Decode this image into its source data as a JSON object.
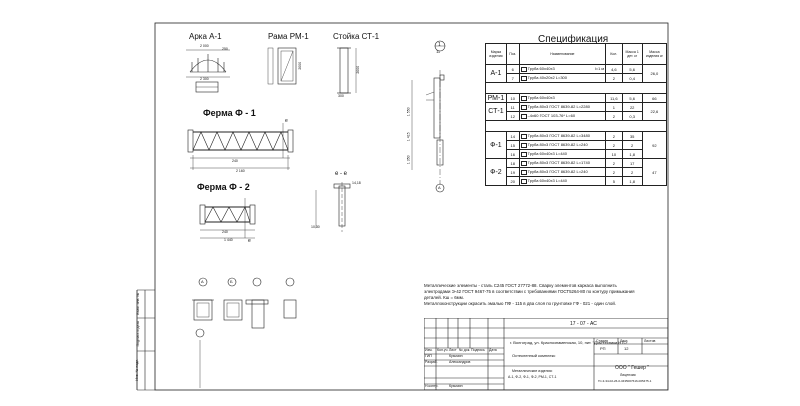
{
  "titles": {
    "arch": "Арка А-1",
    "frame": "Рама РМ-1",
    "post": "Стойка  СТ-1",
    "truss1": "Ферма  Ф - 1",
    "truss2": "Ферма  Ф - 2",
    "spec": "Спецификация",
    "sec_ee": "е - е"
  },
  "marks": {
    "one": "1",
    "eleven": "11",
    "a": "А",
    "b": "Б",
    "e": "е"
  },
  "dims": {
    "arch_top": "2 000",
    "arch_w": "2 300",
    "arch_side": "250",
    "frame_h": "2000",
    "post_h": "2000",
    "post_w": "300",
    "truss1_cells": "240",
    "truss1_total": "2 160",
    "truss2_cells": "240",
    "truss2_total": "1 440",
    "sec_a": "14,18",
    "sec_b": "10,30",
    "post_top": "1 550",
    "post_mid": "1 415",
    "post_low": "1 350"
  },
  "spec": {
    "headers": [
      "Марка изделия",
      "Поз.",
      "Наименование",
      "Кол.",
      "Масса 1 дет. кг",
      "Масса изделия кг"
    ],
    "groups": [
      {
        "mark": "А-1",
        "total": "26,0",
        "rows": [
          {
            "pos": "6",
            "name": "Труба 60х40х3",
            "extra": "l=1 м",
            "qty": "4,6",
            "mass": "5,6"
          },
          {
            "pos": "7",
            "name": "Труба 40х20х2 L=300",
            "extra": "",
            "qty": "2",
            "mass": "0,4"
          }
        ]
      },
      {
        "mark": "РМ-1",
        "total": "66",
        "rows": [
          {
            "pos": "10",
            "name": "Труба 60х40х3",
            "extra": "",
            "qty": "11,6",
            "mass": "5,6"
          }
        ]
      },
      {
        "mark": "СТ-1",
        "total": "22,6",
        "rows": [
          {
            "pos": "11",
            "name": "Труба 80х3 ГОСТ 8639-82 L=2280",
            "extra": "",
            "qty": "1",
            "mass": "22"
          },
          {
            "pos": "12",
            "name": "–4х60 ГОСТ 103-76* L=60",
            "extra": "",
            "qty": "2",
            "mass": "0,3"
          }
        ]
      },
      {
        "mark": "Ф-1",
        "total": "92",
        "rows": [
          {
            "pos": "14",
            "name": "Труба 80х3 ГОСТ 8639-82 L=3480",
            "extra": "",
            "qty": "2",
            "mass": "35"
          },
          {
            "pos": "15",
            "name": "Труба 80х3 ГОСТ 8639-82 L=240",
            "extra": "",
            "qty": "2",
            "mass": "2"
          },
          {
            "pos": "16",
            "name": "Труба 60х40х3 L=440",
            "extra": "",
            "qty": "10",
            "mass": "1,8"
          }
        ]
      },
      {
        "mark": "Ф-2",
        "total": "47",
        "rows": [
          {
            "pos": "18",
            "name": "Труба 80х3 ГОСТ 8639-82 L=1740",
            "extra": "",
            "qty": "2",
            "mass": "17"
          },
          {
            "pos": "19",
            "name": "Труба 80х3 ГОСТ 8639-82 L=240",
            "extra": "",
            "qty": "2",
            "mass": "2"
          },
          {
            "pos": "20",
            "name": "Труба 60х40х3 L=440",
            "extra": "",
            "qty": "5",
            "mass": "1,8"
          }
        ]
      }
    ]
  },
  "notes": {
    "line1": "Металлические элементы - сталь С245 ГОСТ 27772-88. Сварку элементов каркаса выполнить",
    "line2": "электродами Э-42  ГОСТ 9467-75 в соответствии с требованиями ГОСТ5264-80 по контуру примыкания",
    "line3": "деталей. Кш = 6мм.",
    "line4": "Металлоконструкции окрасить эмалью ПФ - 115 в два слоя по грунтовке ГФ - 021 - один слой."
  },
  "titleblock": {
    "code": "17 - 07 - АС",
    "address": "г. Волгоград, ул. Краснознаменская, 10, пит. \"Дом техники НТО\"",
    "h_izm": "Изм.",
    "h_kol": "Кол.уч.",
    "h_list": "Лист",
    "h_doc": "№ док.",
    "h_sign": "Подпись",
    "h_date": "Дата",
    "role1": "ГИП",
    "name1": "Кузьмин",
    "role2": "Разраб.",
    "name2": "Александров",
    "role3": "Н.контр.",
    "name3": "Кузьмин",
    "project": "Остекленный комплекс",
    "stage_h": "Стадия",
    "sheet_h": "Лист",
    "sheets_h": "Листов",
    "stage": "РП",
    "sheet": "12",
    "drawing": "Металлические изделия:",
    "drawing2": "А-1, Ф-2, Ф-1, Ф-2, РМ-1, СТ-1",
    "org": "ООО \" Гешер \"",
    "city": "Лицензия",
    "lic": "ГС-3-34-02-26-0-3435007616-005475-1"
  },
  "side": {
    "s1": "Взам. инв. №",
    "s2": "Подпись и дата",
    "s3": "Инв. № подл."
  }
}
